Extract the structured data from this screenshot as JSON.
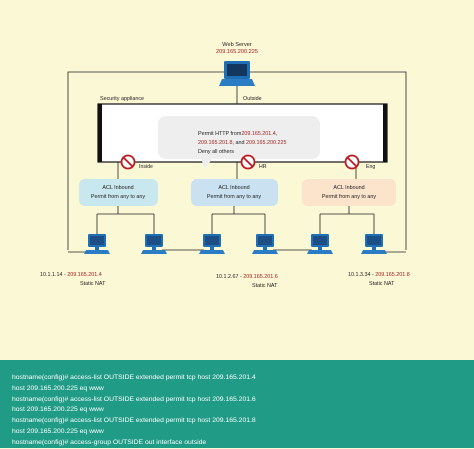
{
  "web_server": {
    "label": "Web Server",
    "ip": "209.165.200.225"
  },
  "appliance": {
    "label": "Security appliance",
    "outside_label": "Outside"
  },
  "policy": {
    "prefix": "Permit HTTP from",
    "ip1": "209.165.201.4",
    "sep1": ",",
    "ip2": "209.165.201.8",
    "sep2": ", and",
    "ip3": "209.165.200.225",
    "deny": "Deny all others"
  },
  "interfaces": [
    "Inside",
    "HR",
    "Eng"
  ],
  "acls": [
    {
      "title": "ACL Inbound",
      "rule": "Permit from any to any",
      "color": "#c9e7ee"
    },
    {
      "title": "ACL Inbound",
      "rule": "Permit from any to any",
      "color": "#c9e1f0"
    },
    {
      "title": "ACL Inbound",
      "rule": "Permit from any to any",
      "color": "#fbe3cc"
    }
  ],
  "nat_hosts": [
    {
      "local": "10.1.1.14",
      "arrow": "-",
      "global": "209.165.201.4",
      "nat": "Static NAT"
    },
    {
      "local": "10.1.2.67",
      "arrow": "-",
      "global": "209.165.201.6",
      "nat": "Static NAT"
    },
    {
      "local": "10.1.3.34",
      "arrow": "-",
      "global": "209.165.201.8",
      "nat": "Static NAT"
    }
  ],
  "console_lines": [
    "hostname(config)# access-list OUTSIDE extended permit tcp host 209.165.201.4",
    "host 209.165.200.225 eq www",
    "hostname(config)# access-list OUTSIDE extended permit tcp host 209.165.201.6",
    "host 209.165.200.225 eq www",
    "hostname(config)# access-list OUTSIDE extended permit tcp host 209.165.201.8",
    "host 209.165.200.225 eq www",
    "hostname(config)# access-group OUTSIDE out interface outside"
  ],
  "colors": {
    "background": "#fbf8d6",
    "console": "#1f9b86",
    "ip_red": "#a0201c",
    "icon_blue": "#1f6fb5",
    "line": "#222222"
  }
}
